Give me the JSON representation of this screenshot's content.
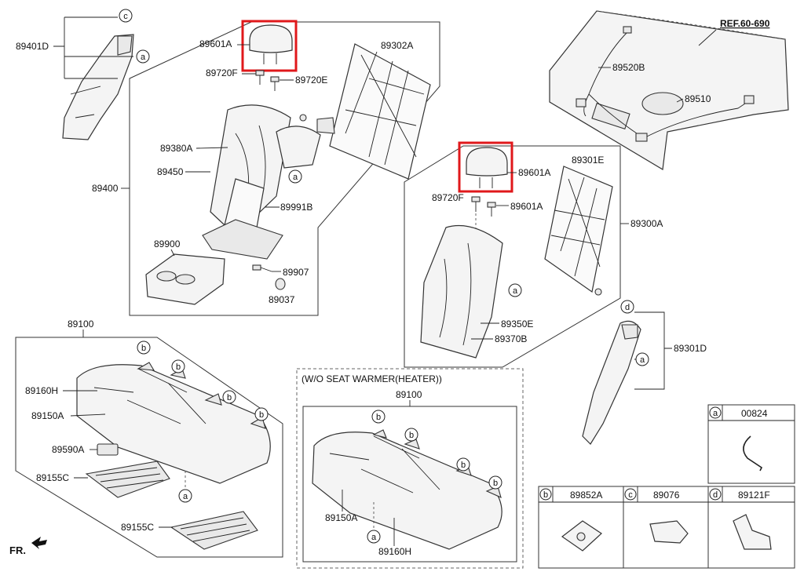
{
  "diagram": {
    "ref_label": "REF.60-690",
    "front_label": "FR.",
    "heater_note": "(W/O SEAT WARMER(HEATER))",
    "parts": {
      "p89401D": "89401D",
      "p89601A_1": "89601A",
      "p89720F_1": "89720F",
      "p89720E": "89720E",
      "p89302A": "89302A",
      "p89380A": "89380A",
      "p89450": "89450",
      "p89400": "89400",
      "p89991B": "89991B",
      "p89900": "89900",
      "p89907": "89907",
      "p89037": "89037",
      "p89520B": "89520B",
      "p89510": "89510",
      "p89601A_2": "89601A",
      "p89301E": "89301E",
      "p89720F_2": "89720F",
      "p89601A_3": "89601A",
      "p89300A": "89300A",
      "p89350E": "89350E",
      "p89370B": "89370B",
      "p89301D": "89301D",
      "p89100_1": "89100",
      "p89160H_1": "89160H",
      "p89150A_1": "89150A",
      "p89590A": "89590A",
      "p89155C_1": "89155C",
      "p89155C_2": "89155C",
      "p89100_2": "89100",
      "p89150A_2": "89150A",
      "p89160H_2": "89160H"
    },
    "callouts": {
      "a": "a",
      "b": "b",
      "c": "c",
      "d": "d"
    },
    "legend": [
      {
        "letter": "a",
        "part": "00824"
      },
      {
        "letter": "b",
        "part": "89852A"
      },
      {
        "letter": "c",
        "part": "89076"
      },
      {
        "letter": "d",
        "part": "89121F"
      }
    ],
    "highlight_color": "#e0181b"
  }
}
